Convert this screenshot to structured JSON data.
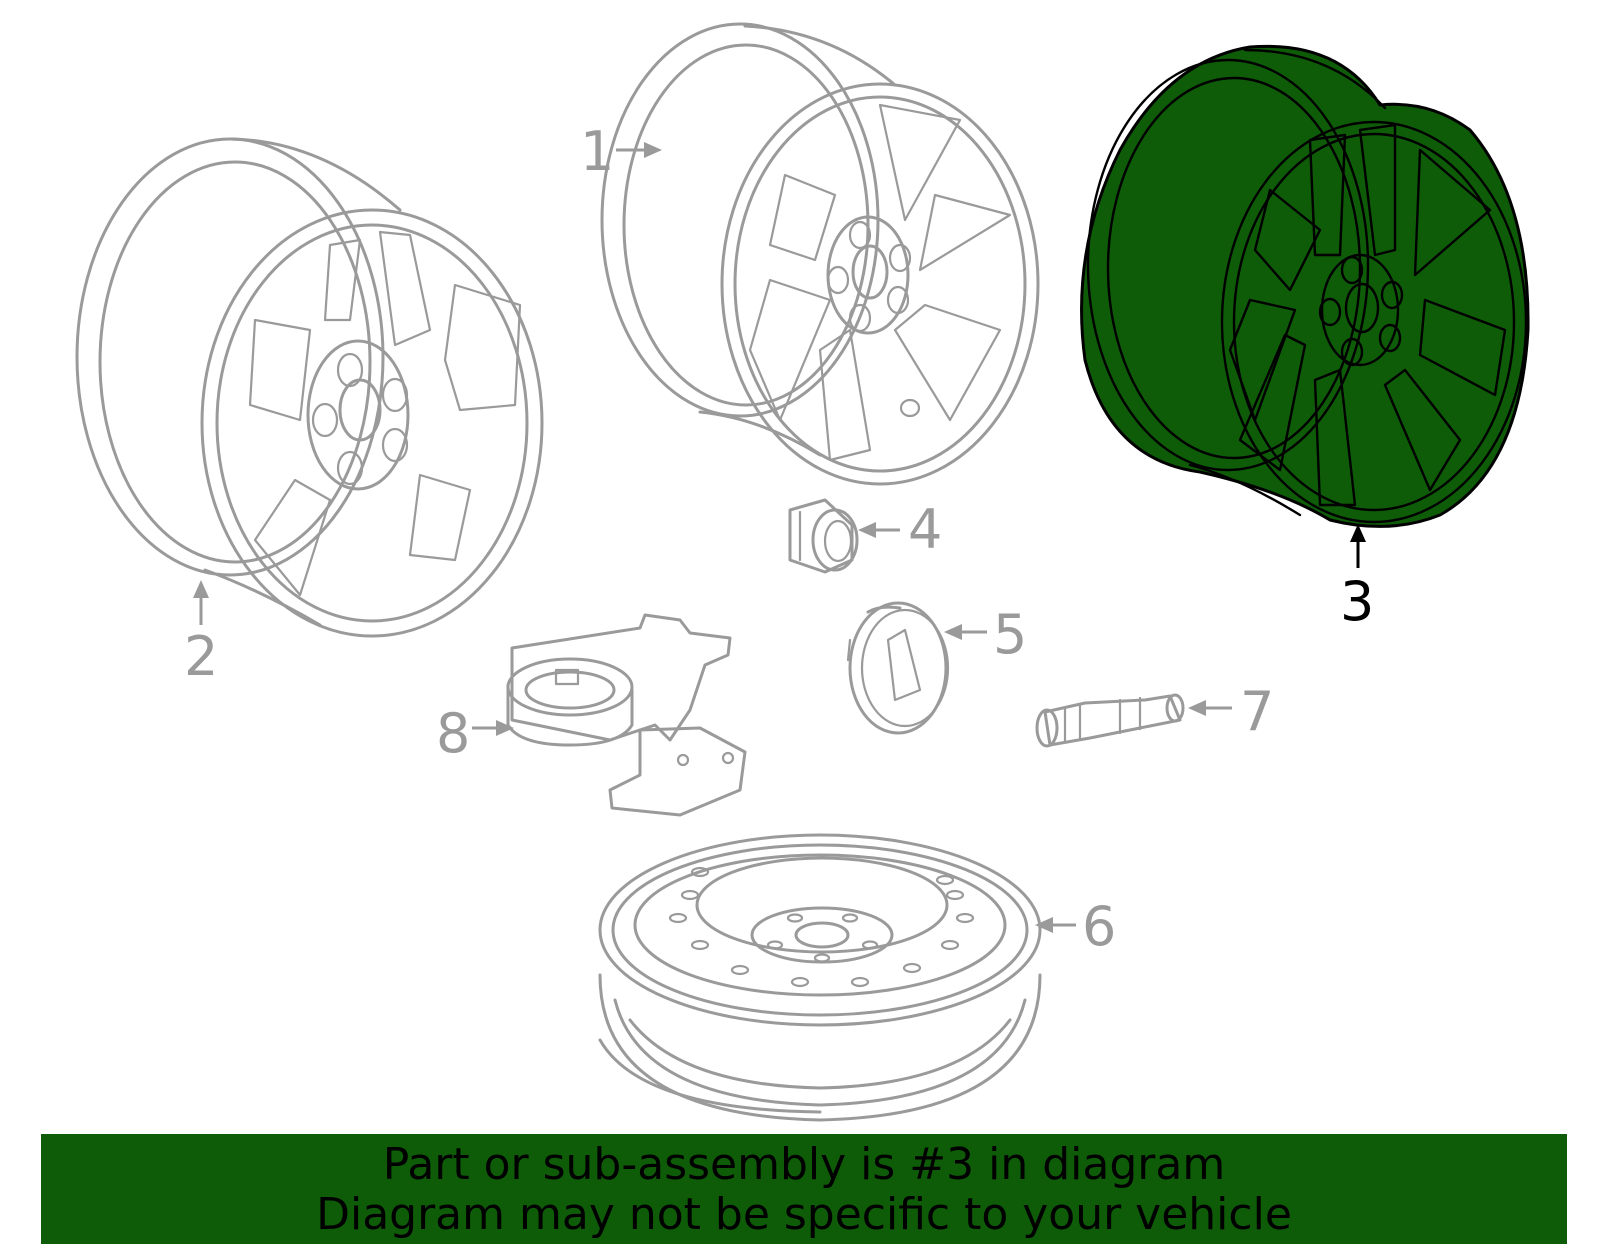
{
  "callouts": {
    "c1": "1",
    "c2": "2",
    "c3": "3",
    "c4": "4",
    "c5": "5",
    "c6": "6",
    "c7": "7",
    "c8": "8"
  },
  "highlighted_part": "3",
  "banner": {
    "line1": "Part or sub-assembly is #3 in diagram",
    "line2": "Diagram may not be specific to your vehicle"
  },
  "colors": {
    "highlight": "#0e5c08",
    "part_outline": "#9a9a9a",
    "active_callout": "#000000"
  }
}
